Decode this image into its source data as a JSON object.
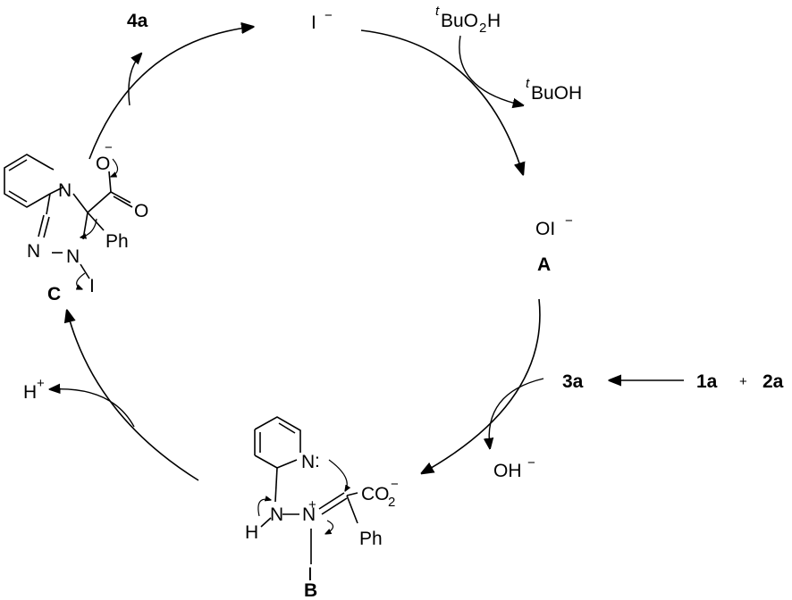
{
  "species": {
    "iodide": "I",
    "iodide_charge": "−",
    "hypoiodite": "OI",
    "hypoiodite_charge": "−",
    "hypoiodite_label": "A",
    "oxidant_prefix": "t",
    "oxidant_main": "BuO",
    "oxidant_sub": "2",
    "oxidant_tail": "H",
    "byproduct_prefix": "t",
    "byproduct_main": "BuOH",
    "reactant_1": "1a",
    "plus": "+",
    "reactant_2": "2a",
    "intermediate_3a": "3a",
    "hydroxide": "OH",
    "hydroxide_charge": "−",
    "product": "4a",
    "proton": "H",
    "proton_charge": "+"
  },
  "intermediate_B": {
    "label": "B",
    "ring_N": "N",
    "lone_pair": ":",
    "N1": "N",
    "H": "H",
    "N2": "N",
    "N2_charge": "+",
    "carboxylate_main": "CO",
    "carboxylate_sub": "2",
    "carboxylate_charge": "−",
    "phenyl": "Ph",
    "iodine": "I"
  },
  "intermediate_C": {
    "label": "C",
    "ring_N": "N",
    "N_a": "N",
    "N_b": "N",
    "phenyl": "Ph",
    "iodine": "I",
    "O_minus": "O",
    "O_charge": "−",
    "O_carbonyl": "O"
  }
}
